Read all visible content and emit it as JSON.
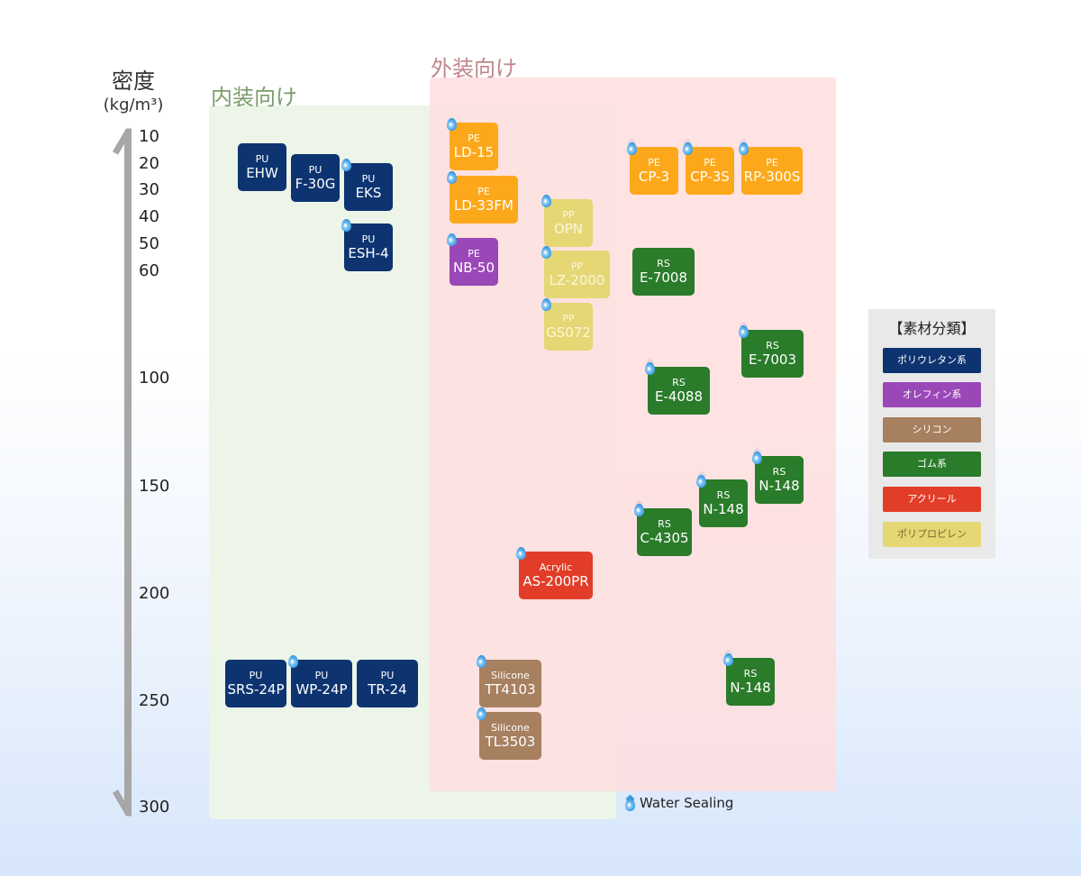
{
  "colors": {
    "polyurethane": "#0d3470",
    "olefin": "#9a47b7",
    "silicone": "#a7805f",
    "rubber": "#2a7b2a",
    "acrylic": "#e23d28",
    "polypropylene": "#e5d774",
    "polyethylene": "#fda81a"
  },
  "axis": {
    "title": "密度",
    "unit": "(kg/m³)",
    "ticks": [
      "10",
      "20",
      "30",
      "40",
      "50",
      "60",
      "100",
      "150",
      "200",
      "250",
      "300"
    ]
  },
  "zones": {
    "interior_label": "内装向け",
    "exterior_label": "外装向け"
  },
  "products": [
    {
      "material": "PU",
      "name": "EHW",
      "color": "#0d3470",
      "water_sealing": false
    },
    {
      "material": "PU",
      "name": "F-30G",
      "color": "#0d3470",
      "water_sealing": false
    },
    {
      "material": "PU",
      "name": "EKS",
      "color": "#0d3470",
      "water_sealing": true
    },
    {
      "material": "PU",
      "name": "ESH-4",
      "color": "#0d3470",
      "water_sealing": true
    },
    {
      "material": "PE",
      "name": "LD-15",
      "color": "#fda81a",
      "water_sealing": true
    },
    {
      "material": "PE",
      "name": "LD-33FM",
      "color": "#fda81a",
      "water_sealing": true
    },
    {
      "material": "PE",
      "name": "NB-50",
      "color": "#9a47b7",
      "water_sealing": true
    },
    {
      "material": "PP",
      "name": "OPN",
      "color": "#e5d774",
      "water_sealing": true
    },
    {
      "material": "PP",
      "name": "LZ-2000",
      "color": "#e5d774",
      "water_sealing": true
    },
    {
      "material": "PP",
      "name": "GS072",
      "color": "#e5d774",
      "water_sealing": true
    },
    {
      "material": "PE",
      "name": "CP-3",
      "color": "#fda81a",
      "water_sealing": true
    },
    {
      "material": "PE",
      "name": "CP-3S",
      "color": "#fda81a",
      "water_sealing": true
    },
    {
      "material": "PE",
      "name": "RP-300S",
      "color": "#fda81a",
      "water_sealing": true
    },
    {
      "material": "RS",
      "name": "E-7008",
      "color": "#2a7b2a",
      "water_sealing": false
    },
    {
      "material": "RS",
      "name": "E-7003",
      "color": "#2a7b2a",
      "water_sealing": true
    },
    {
      "material": "RS",
      "name": "E-4088",
      "color": "#2a7b2a",
      "water_sealing": true
    },
    {
      "material": "RS",
      "name": "N-148",
      "color": "#2a7b2a",
      "water_sealing": true
    },
    {
      "material": "RS",
      "name": "N-148",
      "color": "#2a7b2a",
      "water_sealing": true
    },
    {
      "material": "RS",
      "name": "C-4305",
      "color": "#2a7b2a",
      "water_sealing": true
    },
    {
      "material": "Acrylic",
      "name": "AS-200PR",
      "color": "#e23d28",
      "water_sealing": true
    },
    {
      "material": "PU",
      "name": "SRS-24P",
      "color": "#0d3470",
      "water_sealing": false
    },
    {
      "material": "PU",
      "name": "WP-24P",
      "color": "#0d3470",
      "water_sealing": true
    },
    {
      "material": "PU",
      "name": "TR-24",
      "color": "#0d3470",
      "water_sealing": false
    },
    {
      "material": "Silicone",
      "name": "TT4103",
      "color": "#a7805f",
      "water_sealing": true
    },
    {
      "material": "Silicone",
      "name": "TL3503",
      "color": "#a7805f",
      "water_sealing": true
    },
    {
      "material": "RS",
      "name": "N-148",
      "color": "#2a7b2a",
      "water_sealing": true
    }
  ],
  "legend": {
    "title": "【素材分類】",
    "items": [
      {
        "label": "ポリウレタン系",
        "color": "#0d3470"
      },
      {
        "label": "オレフィン系",
        "color": "#9a47b7"
      },
      {
        "label": "シリコン",
        "color": "#a7805f"
      },
      {
        "label": "ゴム系",
        "color": "#2a7b2a"
      },
      {
        "label": "アクリール",
        "color": "#e23d28"
      },
      {
        "label": "ポリプロピレン",
        "color": "#e5d774"
      }
    ]
  },
  "water_legend": "Water Sealing"
}
